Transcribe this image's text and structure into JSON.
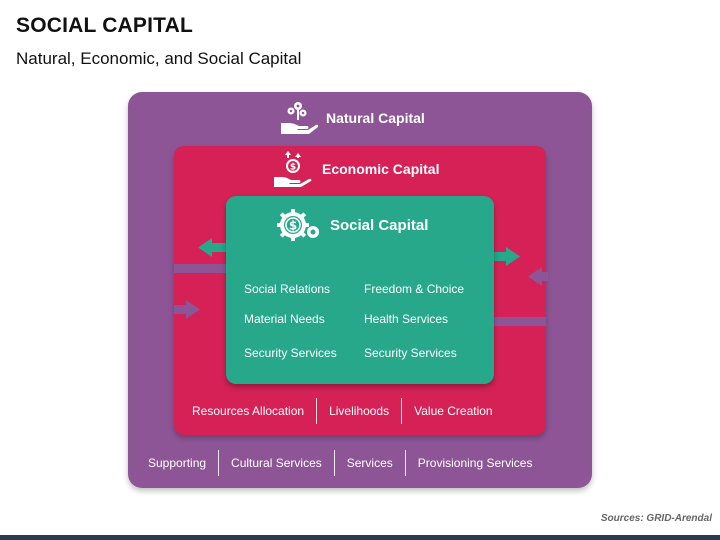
{
  "header": {
    "title": "SOCIAL CAPITAL",
    "subtitle": "Natural, Economic, and Social Capital"
  },
  "layers": {
    "natural": {
      "title": "Natural Capital",
      "color": "#8e5596",
      "icon": "hand-plant-coins-icon",
      "items": [
        "Supporting",
        "Cultural Services",
        "Services",
        "Provisioning Services"
      ]
    },
    "economic": {
      "title": "Economic Capital",
      "color": "#d52156",
      "icon": "hand-dollar-growth-icon",
      "items": [
        "Resources Allocation",
        "Livelihoods",
        "Value Creation"
      ]
    },
    "social": {
      "title": "Social Capital",
      "color": "#27a88b",
      "icon": "dollar-gear-icon",
      "items": [
        "Social Relations",
        "Freedom & Choice",
        "Material Needs",
        "Health Services",
        "Security Services",
        "Security Services"
      ]
    }
  },
  "source": "Sources: GRID-Arendal"
}
